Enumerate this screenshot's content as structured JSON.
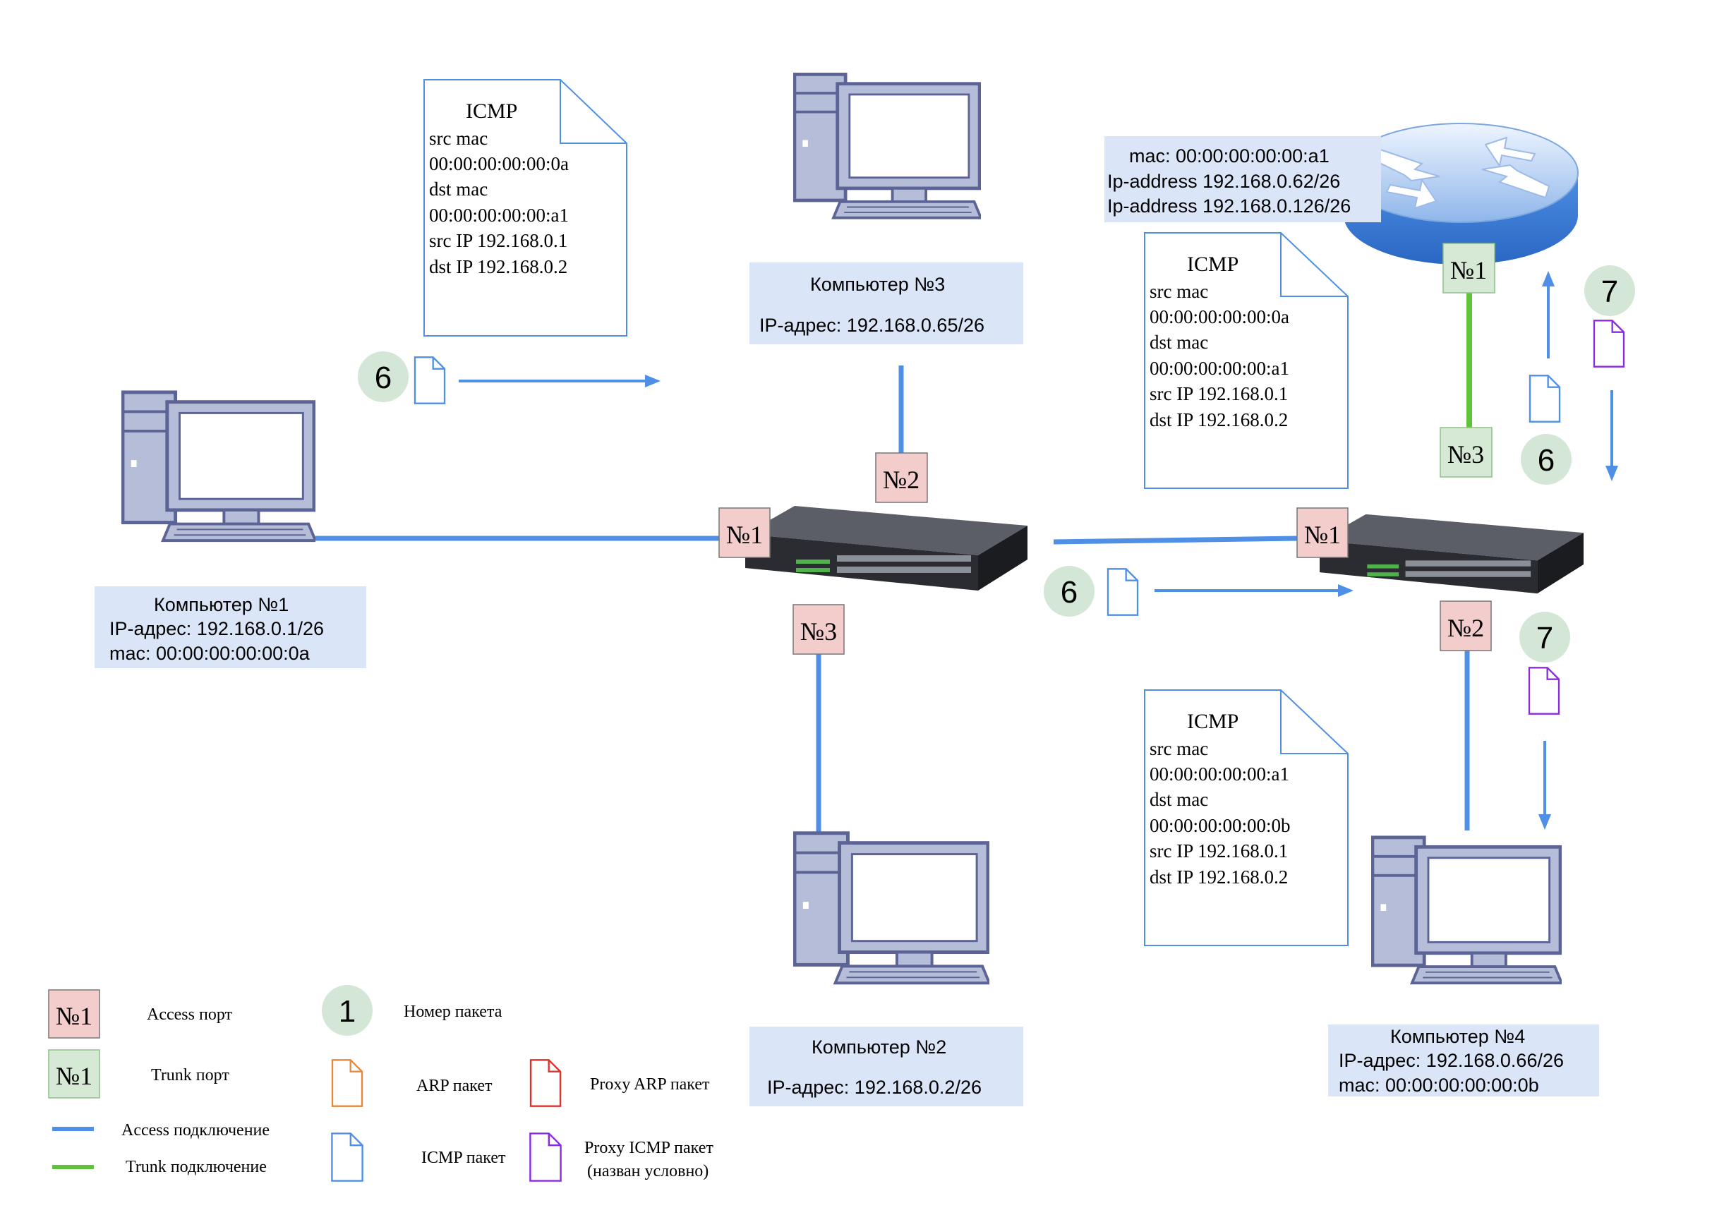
{
  "computers": {
    "pc1": {
      "title": "Компьютер №1",
      "ip": "IP-адрес: 192.168.0.1/26",
      "mac": "mac: 00:00:00:00:00:0a"
    },
    "pc2": {
      "title": "Компьютер №2",
      "ip": "IP-адрес: 192.168.0.2/26"
    },
    "pc3": {
      "title": "Компьютер №3",
      "ip": "IP-адрес: 192.168.0.65/26"
    },
    "pc4": {
      "title": "Компьютер №4",
      "ip": "IP-адрес: 192.168.0.66/26",
      "mac": "mac: 00:00:00:00:00:0b"
    }
  },
  "router": {
    "mac": "mac: 00:00:00:00:00:a1",
    "ip1": "Ip-address 192.168.0.62/26",
    "ip2": "Ip-address 192.168.0.126/26",
    "port": "№1"
  },
  "switch1": {
    "ports": {
      "p1": "№1",
      "p2": "№2",
      "p3": "№3"
    }
  },
  "switch2": {
    "ports": {
      "p1": "№1",
      "p2": "№2",
      "p3": "№3"
    }
  },
  "packets": {
    "note1": {
      "title": "ICMP",
      "lines": [
        "src mac",
        "00:00:00:00:00:0a",
        "dst mac",
        "00:00:00:00:00:a1",
        "src IP 192.168.0.1",
        "dst IP 192.168.0.2"
      ]
    },
    "note2": {
      "title": "ICMP",
      "lines": [
        "src mac",
        "00:00:00:00:00:0a",
        "dst mac",
        "00:00:00:00:00:a1",
        "src IP 192.168.0.1",
        "dst IP 192.168.0.2"
      ]
    },
    "note3": {
      "title": "ICMP",
      "lines": [
        "src mac",
        "00:00:00:00:00:a1",
        "dst mac",
        "00:00:00:00:00:0b",
        "src IP 192.168.0.1",
        "dst IP 192.168.0.2"
      ]
    }
  },
  "steps": {
    "a": "6",
    "b": "6",
    "c": "6",
    "d": "7",
    "e": "7"
  },
  "legend": {
    "access_port_badge": "№1",
    "access_port": "Access порт",
    "trunk_port_badge": "№1",
    "trunk_port": "Trunk порт",
    "access_link": "Access подключение",
    "trunk_link": "Trunk подключение",
    "packet_num_badge": "1",
    "packet_num": "Номер пакета",
    "arp": "ARP пакет",
    "proxy_arp": "Proxy ARP пакет",
    "icmp": "ICMP пакет",
    "proxy_icmp_1": "Proxy ICMP пакет",
    "proxy_icmp_2": "(назван условно)"
  },
  "colors": {
    "access_link": "#4f8fe6",
    "trunk_link": "#62c13a",
    "access_port_fill": "#f2cdcc",
    "trunk_port_fill": "#d6e9d4",
    "step_circle": "#d4e6d5",
    "label_fill": "#dae6f8",
    "icmp_packet": "#4f8fe6",
    "arp_packet": "#e8883a",
    "proxy_arp_packet": "#e0302e",
    "proxy_icmp_packet": "#8a2be2"
  },
  "icons": [
    "desktop-computer-icon",
    "network-switch-icon",
    "router-icon",
    "document-icon"
  ]
}
